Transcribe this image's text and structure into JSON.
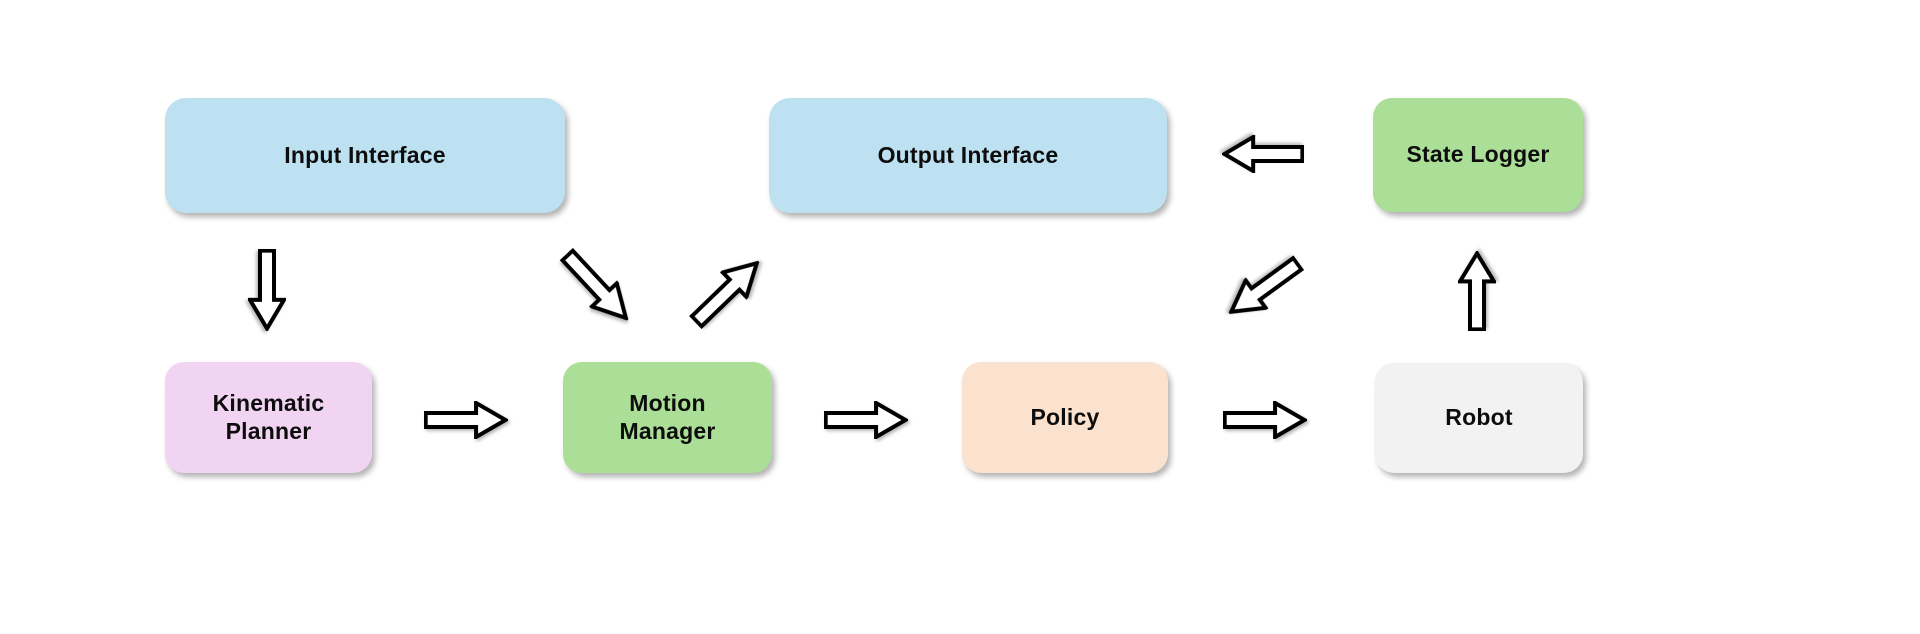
{
  "diagram": {
    "type": "flowchart",
    "background_color": "#ffffff",
    "arrow_style": {
      "fill": "#ffffff",
      "outline": "#000000",
      "icon": "block-arrow-icon"
    },
    "nodes": [
      {
        "id": "input-interface",
        "label": "Input Interface",
        "color": "#BEE1F1",
        "text_color": "#0d0d0d"
      },
      {
        "id": "output-interface",
        "label": "Output Interface",
        "color": "#BEE1F1",
        "text_color": "#0d0d0d"
      },
      {
        "id": "state-logger",
        "label": "State Logger",
        "color": "#ABDE96",
        "text_color": "#0d0d0d"
      },
      {
        "id": "kinematic-planner",
        "label": "Kinematic Planner",
        "color": "#F0D4F1",
        "text_color": "#0d0d0d"
      },
      {
        "id": "motion-manager",
        "label": "Motion Manager",
        "color": "#ABDE96",
        "text_color": "#0d0d0d"
      },
      {
        "id": "policy",
        "label": "Policy",
        "color": "#FBE2CF",
        "text_color": "#0d0d0d"
      },
      {
        "id": "robot",
        "label": "Robot",
        "color": "#F2F2F2",
        "text_color": "#0d0d0d"
      }
    ],
    "arrows": [
      {
        "name": "arrow-input-interface-to-kinematic-planner",
        "from": "input-interface",
        "to": "kinematic-planner",
        "direction": "down"
      },
      {
        "name": "arrow-input-interface-to-motion-manager",
        "from": "input-interface",
        "to": "motion-manager",
        "direction": "down-right"
      },
      {
        "name": "arrow-motion-manager-to-output-interface",
        "from": "motion-manager",
        "to": "output-interface",
        "direction": "up-right"
      },
      {
        "name": "arrow-state-logger-to-output-interface",
        "from": "state-logger",
        "to": "output-interface",
        "direction": "left"
      },
      {
        "name": "arrow-output-interface-to-policy",
        "from": "output-interface",
        "to": "policy",
        "direction": "down-left"
      },
      {
        "name": "arrow-robot-to-state-logger",
        "from": "robot",
        "to": "state-logger",
        "direction": "up"
      },
      {
        "name": "arrow-kinematic-planner-to-motion-manager",
        "from": "kinematic-planner",
        "to": "motion-manager",
        "direction": "right"
      },
      {
        "name": "arrow-motion-manager-to-policy",
        "from": "motion-manager",
        "to": "policy",
        "direction": "right"
      },
      {
        "name": "arrow-policy-to-robot",
        "from": "policy",
        "to": "robot",
        "direction": "right"
      }
    ]
  }
}
